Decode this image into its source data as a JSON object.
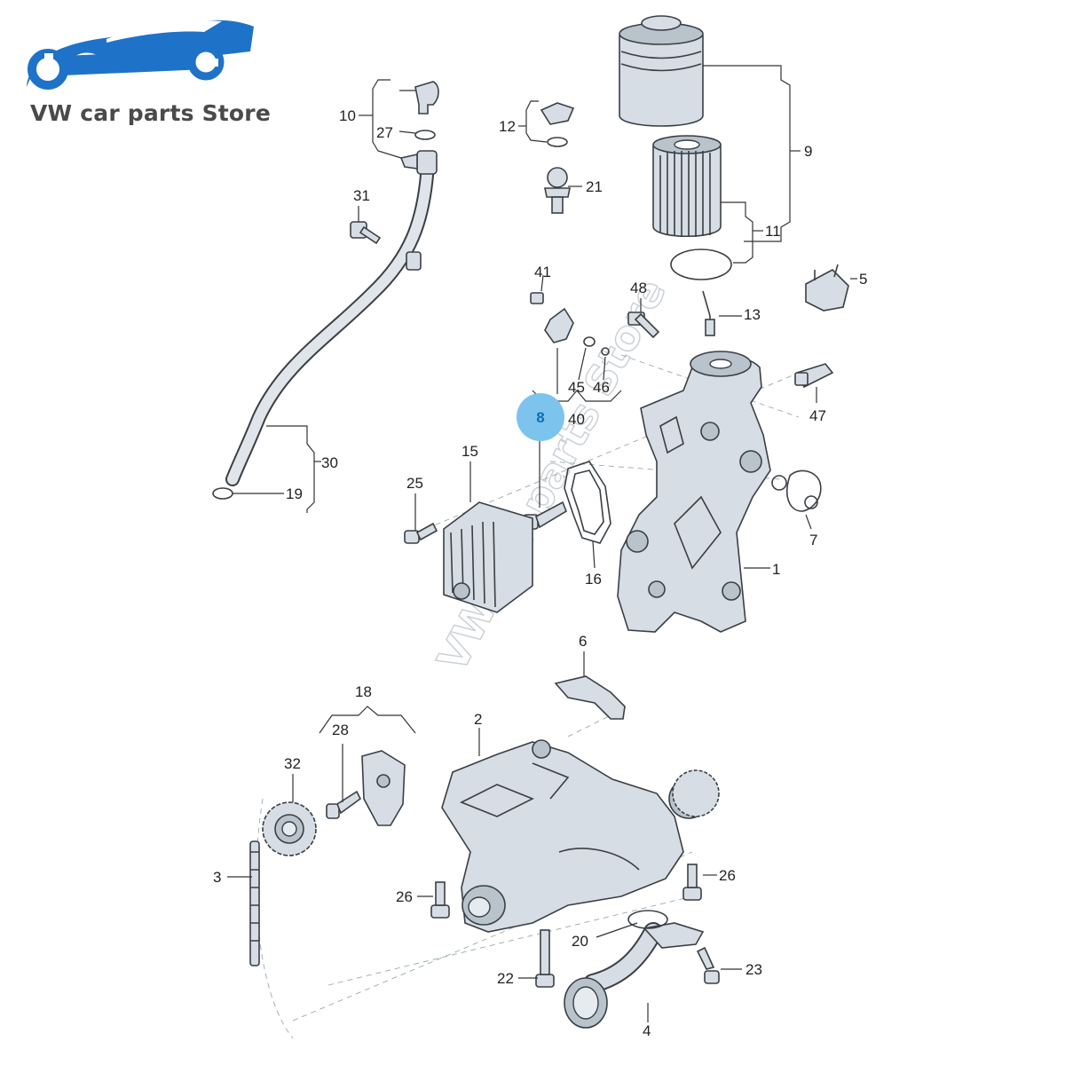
{
  "brand": {
    "logo_icon": "car-wrench-logo",
    "store_name": "VW car parts Store",
    "logo_color": "#1e72c8"
  },
  "watermark": {
    "text": "VW car parts Store"
  },
  "highlight": {
    "label": "8",
    "color": "#7cc4ee"
  },
  "callouts": {
    "c1": "1",
    "c2": "2",
    "c3": "3",
    "c4": "4",
    "c5": "5",
    "c6": "6",
    "c7": "7",
    "c9": "9",
    "c10": "10",
    "c11": "11",
    "c12": "12",
    "c13": "13",
    "c15": "15",
    "c16": "16",
    "c18": "18",
    "c19": "19",
    "c20": "20",
    "c21": "21",
    "c22": "22",
    "c23": "23",
    "c25": "25",
    "c26a": "26",
    "c26b": "26",
    "c27": "27",
    "c28": "28",
    "c30": "30",
    "c31": "31",
    "c32": "32",
    "c40": "40",
    "c41": "41",
    "c45": "45",
    "c46": "46",
    "c47": "47",
    "c48": "48"
  }
}
